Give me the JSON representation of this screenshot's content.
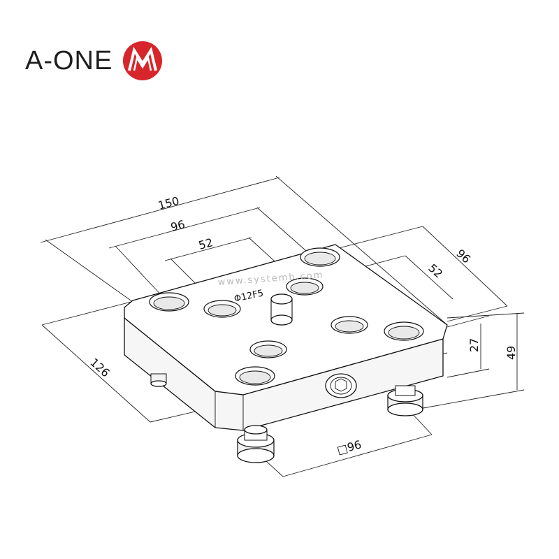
{
  "brand": {
    "name": "A-ONE",
    "logo_letter": "M",
    "logo_color": "#d7262b"
  },
  "watermark": "www.systemb.com",
  "dimensions": {
    "length_total": "150",
    "hole_spacing_length": "96",
    "inner_spacing_length": "52",
    "side_spacing": "96",
    "side_inner_spacing": "52",
    "width_total": "126",
    "plate_height": "27",
    "total_height": "49",
    "pin_square": "□96",
    "center_pin": "Φ12F5"
  }
}
